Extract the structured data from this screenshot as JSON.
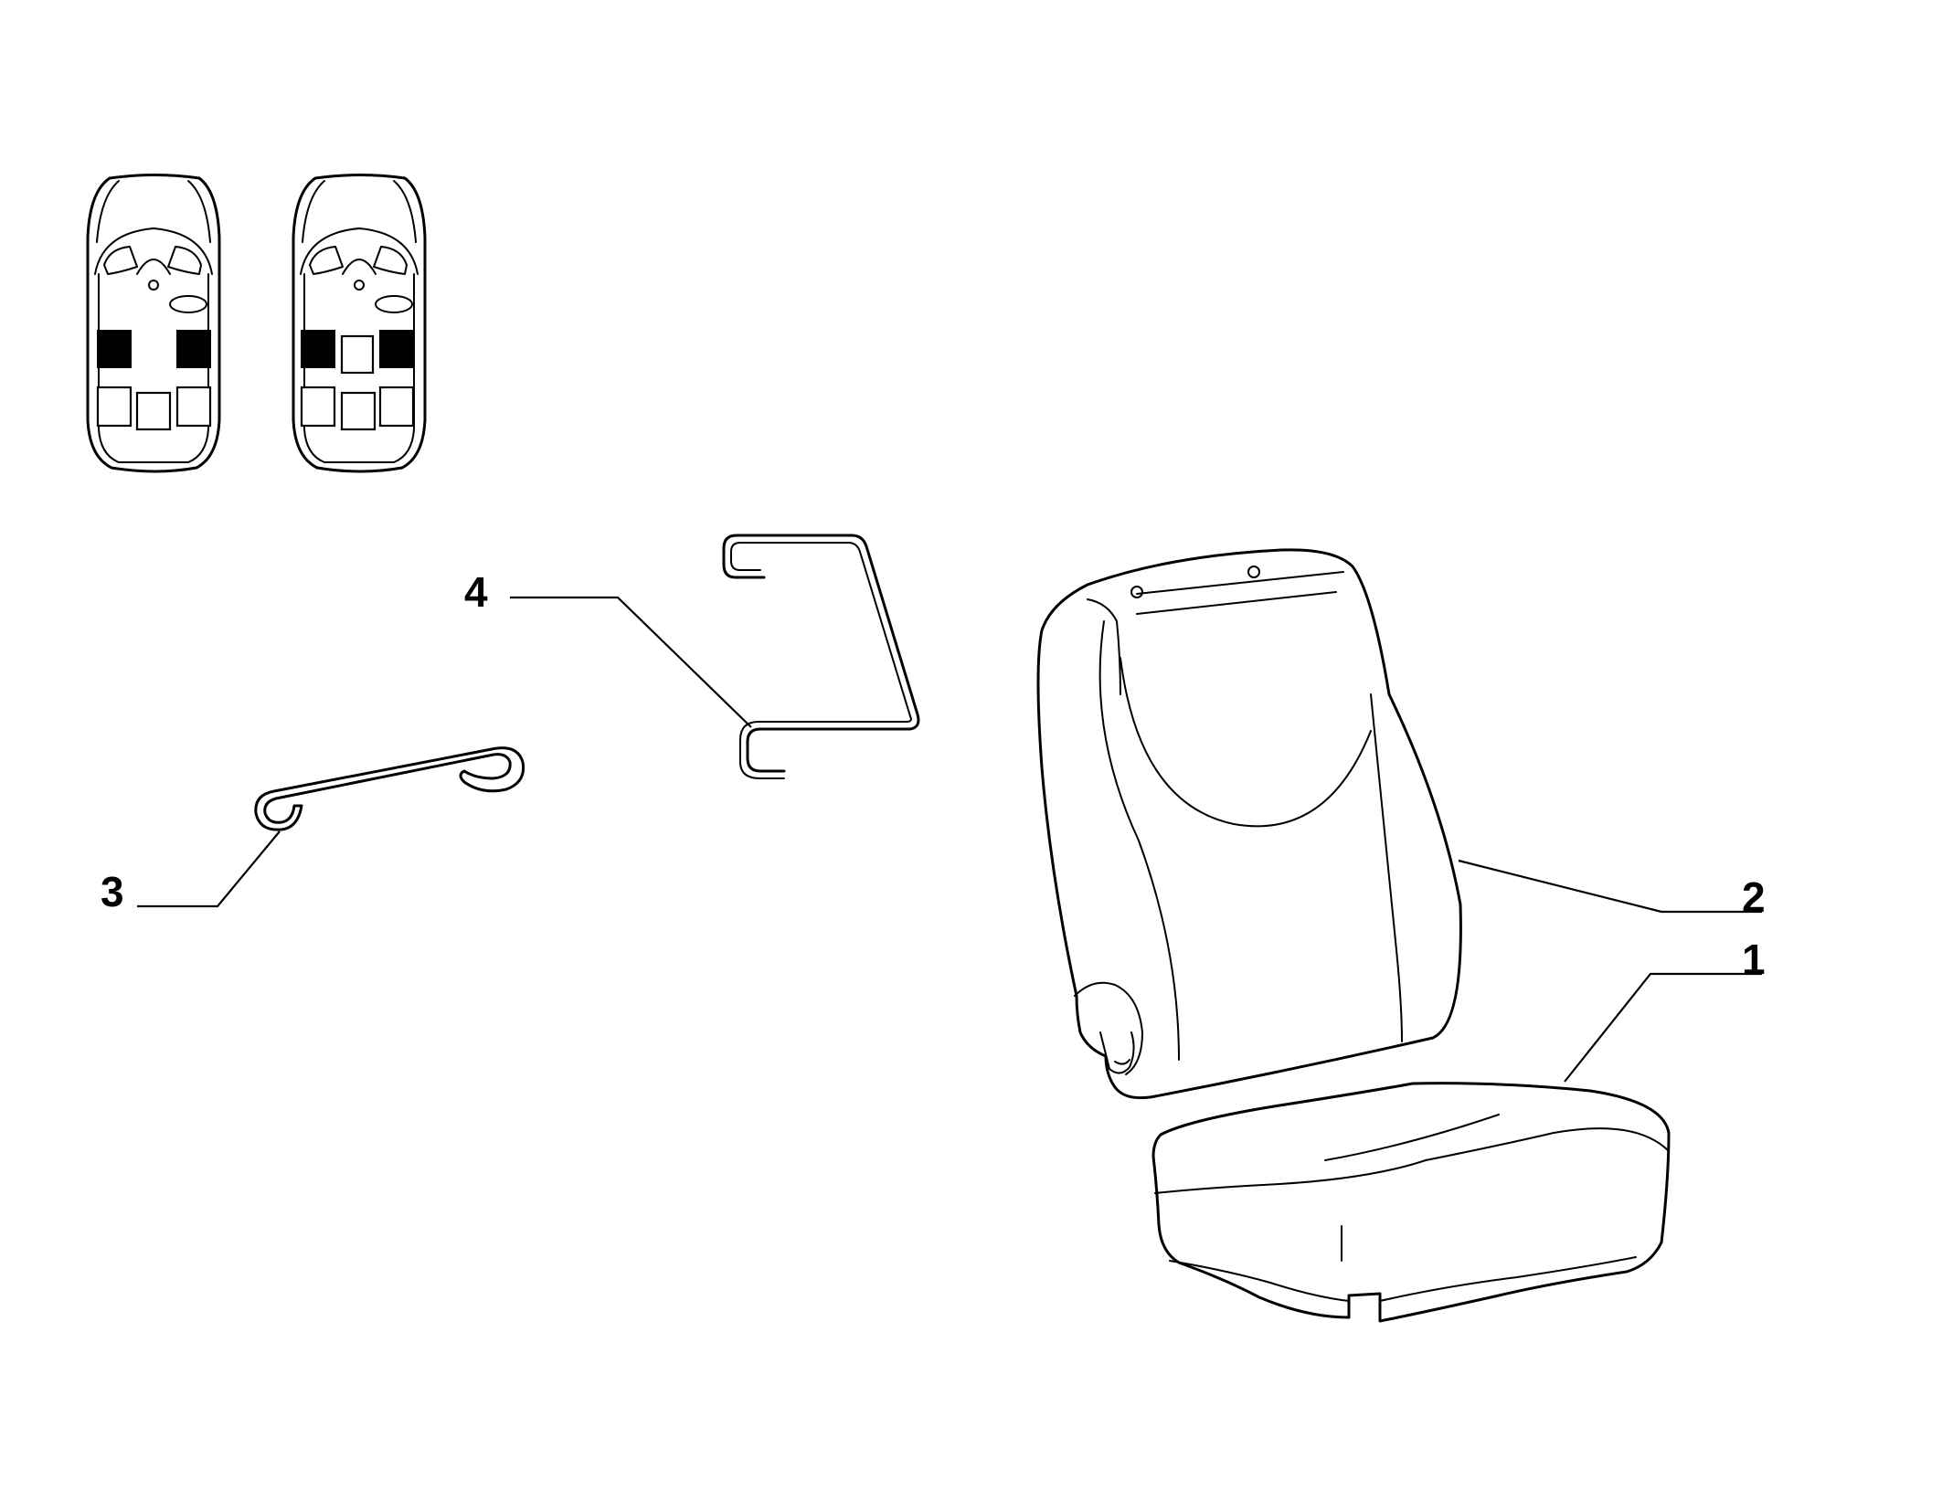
{
  "callouts": {
    "part_1": "1",
    "part_2": "2",
    "part_3": "3",
    "part_4": "4"
  },
  "legend": {
    "car_a": {
      "selected_seats": [
        "front-left",
        "front-right"
      ]
    },
    "car_b": {
      "selected_seats": [
        "front-left",
        "front-center",
        "front-right"
      ]
    }
  },
  "colors": {
    "line": "#000000",
    "background": "#ffffff"
  }
}
